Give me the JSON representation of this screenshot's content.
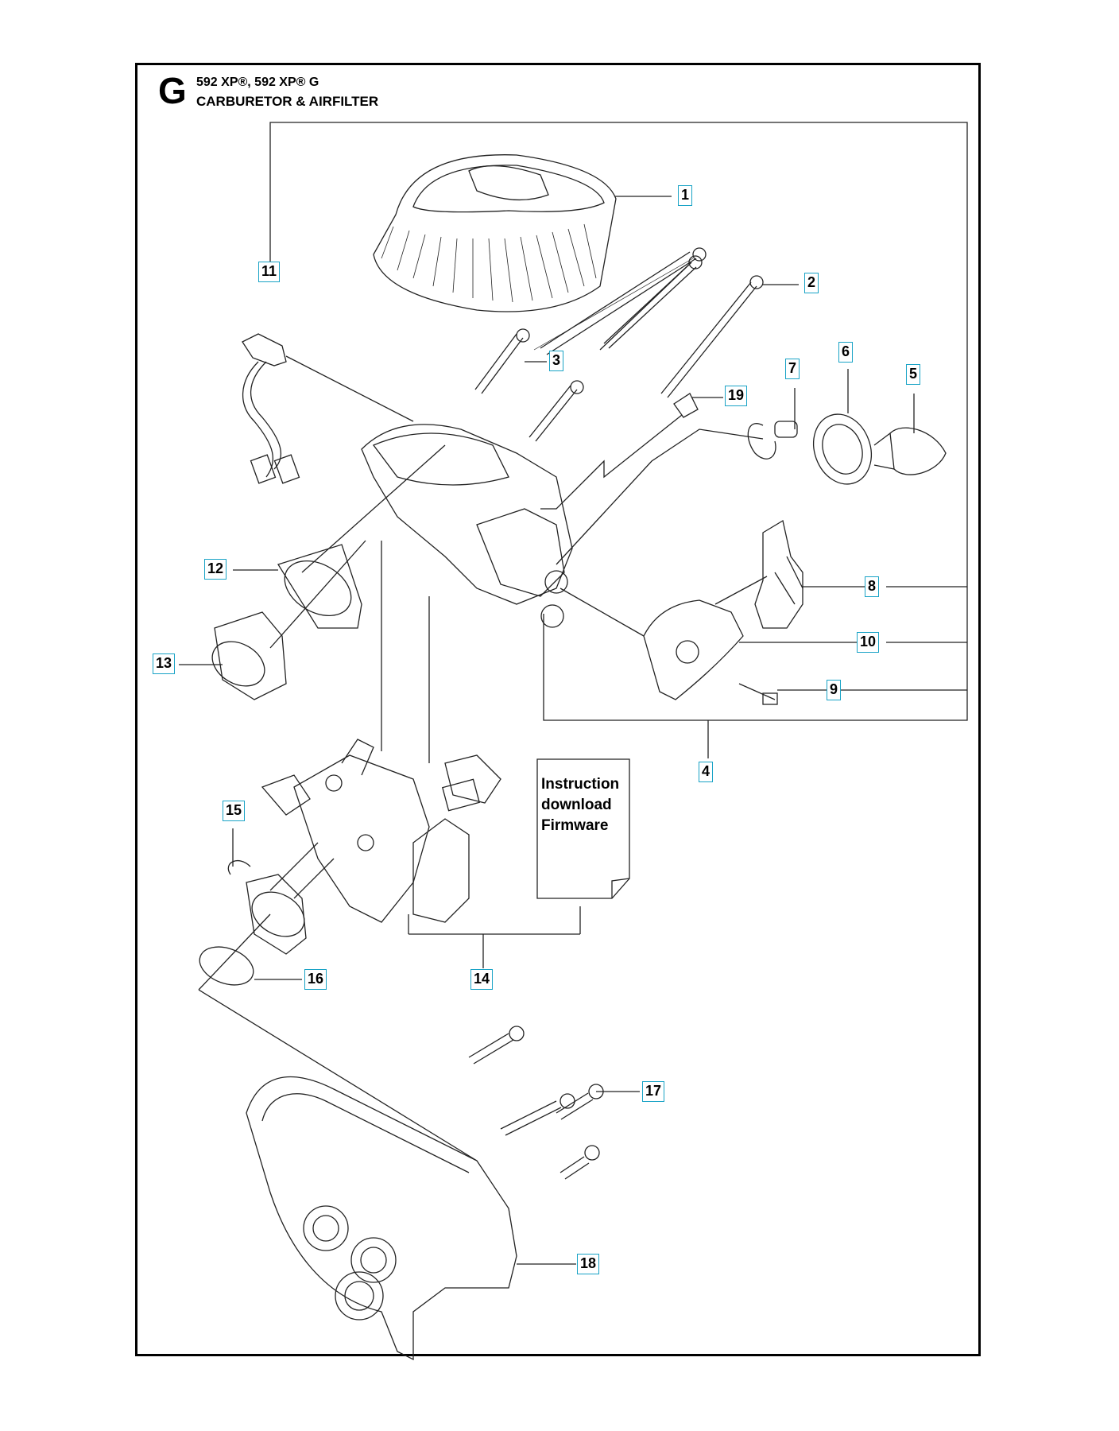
{
  "header": {
    "section_letter": "G",
    "models": "592 XP®, 592 XP® G",
    "title": "CARBURETOR & AIRFILTER"
  },
  "callouts": [
    "1",
    "2",
    "3",
    "4",
    "5",
    "6",
    "7",
    "8",
    "9",
    "10",
    "11",
    "12",
    "13",
    "14",
    "15",
    "16",
    "17",
    "18",
    "19"
  ],
  "document_box": {
    "line1": "Instruction",
    "line2": "download",
    "line3": "Firmware"
  },
  "colors": {
    "frame": "#000000",
    "callout_border": "#19a3c6",
    "line_art": "#222222"
  }
}
